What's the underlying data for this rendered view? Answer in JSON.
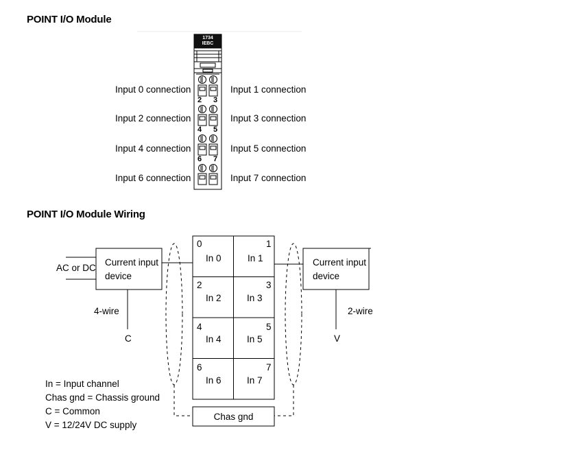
{
  "module_section": {
    "title": "POINT I/O Module",
    "module_label": "1734\nIEBC",
    "module_label_lines": [
      "1734",
      "IEBC"
    ],
    "terminal_numbers": [
      "2",
      "3",
      "4",
      "5",
      "6",
      "7"
    ],
    "left_labels": [
      "Input 0 connection",
      "Input 2 connection",
      "Input 4 connection",
      "Input 6 connection"
    ],
    "right_labels": [
      "Input 1 connection",
      "Input 3 connection",
      "Input 5 connection",
      "Input 7 connection"
    ]
  },
  "wiring_section": {
    "title": "POINT I/O Module Wiring",
    "left_device": {
      "label_line1": "Current input",
      "label_line2": "device",
      "supply": "AC or DC",
      "wire_type": "4-wire",
      "terminal": "C"
    },
    "right_device": {
      "label_line1": "Current input",
      "label_line2": "device",
      "wire_type": "2-wire",
      "terminal": "V"
    },
    "cells": [
      {
        "num": "0",
        "label": "In 0"
      },
      {
        "num": "1",
        "label": "In 1"
      },
      {
        "num": "2",
        "label": "In 2"
      },
      {
        "num": "3",
        "label": "In 3"
      },
      {
        "num": "4",
        "label": "In 4"
      },
      {
        "num": "5",
        "label": "In 5"
      },
      {
        "num": "6",
        "label": "In 6"
      },
      {
        "num": "7",
        "label": "In 7"
      }
    ],
    "chassis_ground": "Chas gnd",
    "legend": [
      "In = Input channel",
      "Chas gnd = Chassis ground",
      "C = Common",
      "V = 12/24V DC supply"
    ]
  }
}
